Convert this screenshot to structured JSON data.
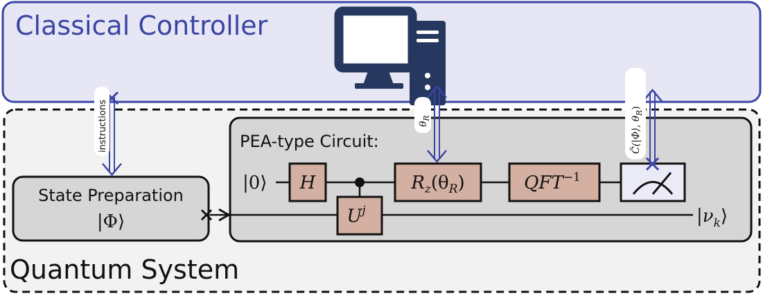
{
  "classical": {
    "title": "Classical Controller"
  },
  "quantum": {
    "title": "Quantum System"
  },
  "state_prep": {
    "title": "State Preparation",
    "state": "|Φ⟩"
  },
  "circuit": {
    "title": "PEA-type Circuit:",
    "input_ket": "|0⟩",
    "output_ket": "|ν",
    "output_sub": "k",
    "output_close": "⟩",
    "gates": {
      "h": "H",
      "u": "U",
      "u_sup": "j",
      "rz": "R",
      "rz_sub": "z",
      "rz_arg": "(θ",
      "rz_arg_sub": "R",
      "rz_close": ")",
      "qft": "QFT",
      "qft_sup": "−1"
    }
  },
  "links": {
    "instructions": "instructions",
    "theta": "θ",
    "theta_sub": "R",
    "cost": "C̃(|Φ⟩, θ",
    "cost_sub": "R",
    "cost_close": ")"
  },
  "colors": {
    "classical_fill": "#e6e6f4",
    "classical_stroke": "#3a45a3",
    "quantum_fill": "#f2f2f2",
    "gate_fill": "#d3b0a2",
    "box_fill": "#d6d6d6",
    "computer": "#26385f"
  }
}
